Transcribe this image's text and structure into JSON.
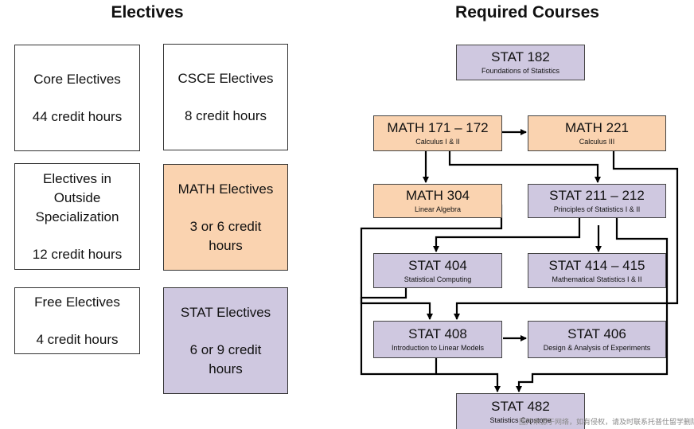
{
  "electives": {
    "title": "Electives",
    "boxes": {
      "core": {
        "line1": "Core Electives",
        "line2": "44 credit hours"
      },
      "csce": {
        "line1": "CSCE Electives",
        "line2": "8 credit hours"
      },
      "outside": {
        "line1a": "Electives in",
        "line1b": "Outside",
        "line1c": "Specialization",
        "line2": "12 credit hours"
      },
      "math": {
        "line1": "MATH Electives",
        "line2a": "3 or 6 credit",
        "line2b": "hours",
        "color": "#fad3b0"
      },
      "free": {
        "line1": "Free Electives",
        "line2": "4 credit hours"
      },
      "stat": {
        "line1": "STAT Electives",
        "line2a": "6 or 9 credit",
        "line2b": "hours",
        "color": "#cfc8e0"
      }
    }
  },
  "required": {
    "title": "Required Courses",
    "courses": {
      "stat182": {
        "code": "STAT 182",
        "name": "Foundations of Statistics"
      },
      "math171": {
        "code": "MATH 171 – 172",
        "name": "Calculus I & II"
      },
      "math221": {
        "code": "MATH 221",
        "name": "Calculus III"
      },
      "math304": {
        "code": "MATH 304",
        "name": "Linear Algebra"
      },
      "stat211": {
        "code": "STAT 211 – 212",
        "name": "Principles of Statistics I & II"
      },
      "stat404": {
        "code": "STAT 404",
        "name": "Statistical Computing"
      },
      "stat414": {
        "code": "STAT 414 – 415",
        "name": "Mathematical Statistics I & II"
      },
      "stat408": {
        "code": "STAT 408",
        "name": "Introduction to Linear Models"
      },
      "stat406": {
        "code": "STAT 406",
        "name": "Design & Analysis of Experiments"
      },
      "stat482": {
        "code": "STAT 482",
        "name": "Statistics Capstone"
      }
    }
  },
  "watermark": "图片来源于网络，如有侵权，请及时联系托普仕留学删除"
}
